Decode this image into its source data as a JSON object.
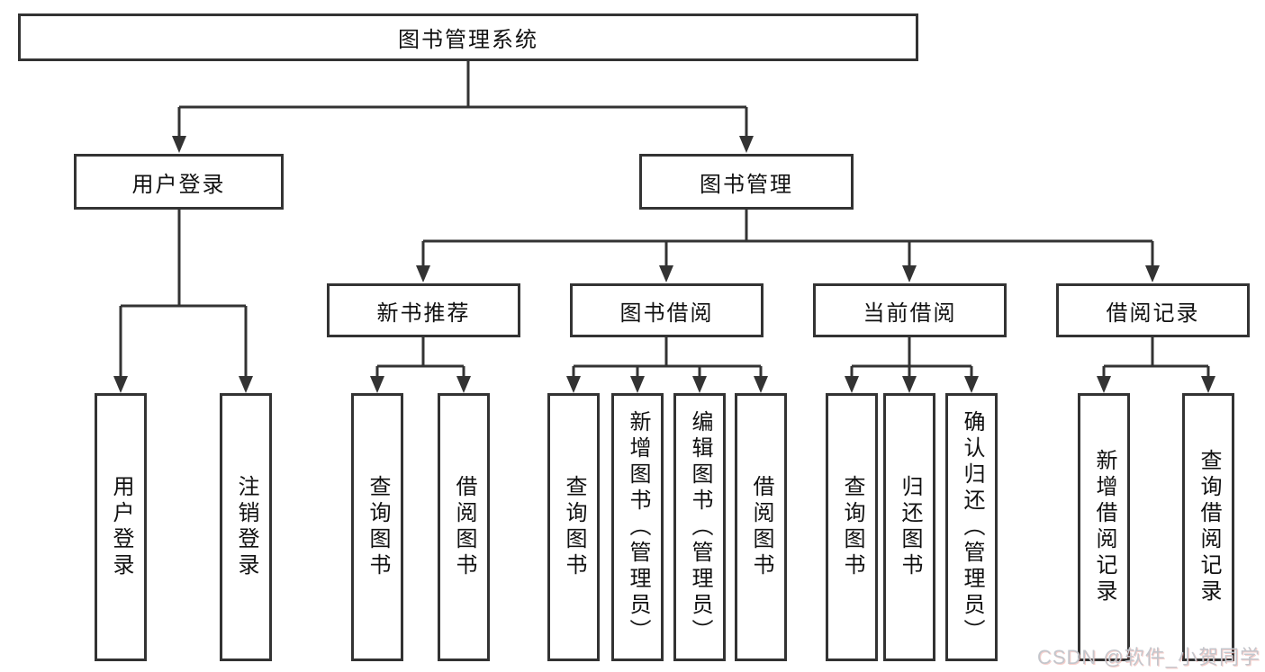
{
  "diagram": {
    "root": {
      "label": "图书管理系统"
    },
    "branches": [
      {
        "label": "用户登录",
        "children": [
          {
            "label": "用户登录"
          },
          {
            "label": "注销登录"
          }
        ]
      },
      {
        "label": "图书管理",
        "children": [
          {
            "label": "新书推荐",
            "children": [
              {
                "label": "查询图书"
              },
              {
                "label": "借阅图书"
              }
            ]
          },
          {
            "label": "图书借阅",
            "children": [
              {
                "label": "查询图书"
              },
              {
                "label": "新增图书（管理员）"
              },
              {
                "label": "编辑图书（管理员）"
              },
              {
                "label": "借阅图书"
              }
            ]
          },
          {
            "label": "当前借阅",
            "children": [
              {
                "label": "查询图书"
              },
              {
                "label": "归还图书"
              },
              {
                "label": "确认归还（管理员）"
              }
            ]
          },
          {
            "label": "借阅记录",
            "children": [
              {
                "label": "新增借阅记录"
              },
              {
                "label": "查询借阅记录"
              }
            ]
          }
        ]
      }
    ]
  },
  "watermark": {
    "text": "CSDN @软件_小贺同学"
  },
  "colors": {
    "line": "#333333",
    "background": "#ffffff",
    "box_background": "#ffffff",
    "text": "#111111",
    "watermark": "#c3c6cc"
  }
}
